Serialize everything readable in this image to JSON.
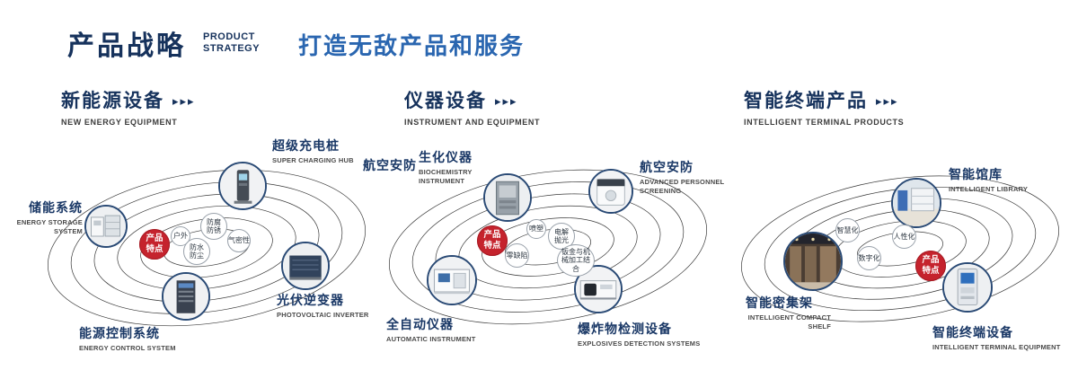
{
  "header": {
    "title_cn": "产品战略",
    "subtitle_line1": "PRODUCT",
    "subtitle_line2": "STRATEGY",
    "slogan": "打造无敌产品和服务"
  },
  "sections": [
    {
      "title_cn": "新能源设备",
      "title_en": "NEW ENERGY EQUIPMENT",
      "chevrons": "▸▸▸",
      "badge": "产品特点",
      "features": [
        "户外",
        "防腐防锈",
        "防水防尘",
        "气密性"
      ],
      "products": [
        {
          "cn": "储能系统",
          "en": "ENERGY STORAGE SYSTEM"
        },
        {
          "cn": "超级充电桩",
          "en": "SUPER CHARGING HUB"
        },
        {
          "cn": "光伏逆变器",
          "en": "PHOTOVOLTAIC INVERTER"
        },
        {
          "cn": "能源控制系统",
          "en": "ENERGY CONTROL SYSTEM"
        }
      ]
    },
    {
      "title_cn": "仪器设备",
      "title_en": "INSTRUMENT AND EQUIPMENT",
      "chevrons": "▸▸▸",
      "badge": "产品特点",
      "extra_label": "航空安防",
      "features": [
        "喷塑",
        "电解抛光",
        "零缺陷",
        "钣金与机械加工结合"
      ],
      "products": [
        {
          "cn": "生化仪器",
          "en": "BIOCHEMISTRY INSTRUMENT"
        },
        {
          "cn": "航空安防",
          "en": "ADVANCED PERSONNEL SCREENING"
        },
        {
          "cn": "全自动仪器",
          "en": "AUTOMATIC INSTRUMENT"
        },
        {
          "cn": "爆炸物检测设备",
          "en": "EXPLOSIVES DETECTION SYSTEMS"
        }
      ]
    },
    {
      "title_cn": "智能终端产品",
      "title_en": "INTELLIGENT TERMINAL PRODUCTS",
      "chevrons": "▸▸▸",
      "badge": "产品特点",
      "features": [
        "智慧化",
        "人性化",
        "数字化"
      ],
      "products": [
        {
          "cn": "智能馆库",
          "en": "INTELLIGENT LIBRARY"
        },
        {
          "cn": "智能密集架",
          "en": "INTELLIGENT COMPACT SHELF"
        },
        {
          "cn": "智能终端设备",
          "en": "INTELLIGENT TERMINAL EQUIPMENT"
        }
      ]
    }
  ]
}
